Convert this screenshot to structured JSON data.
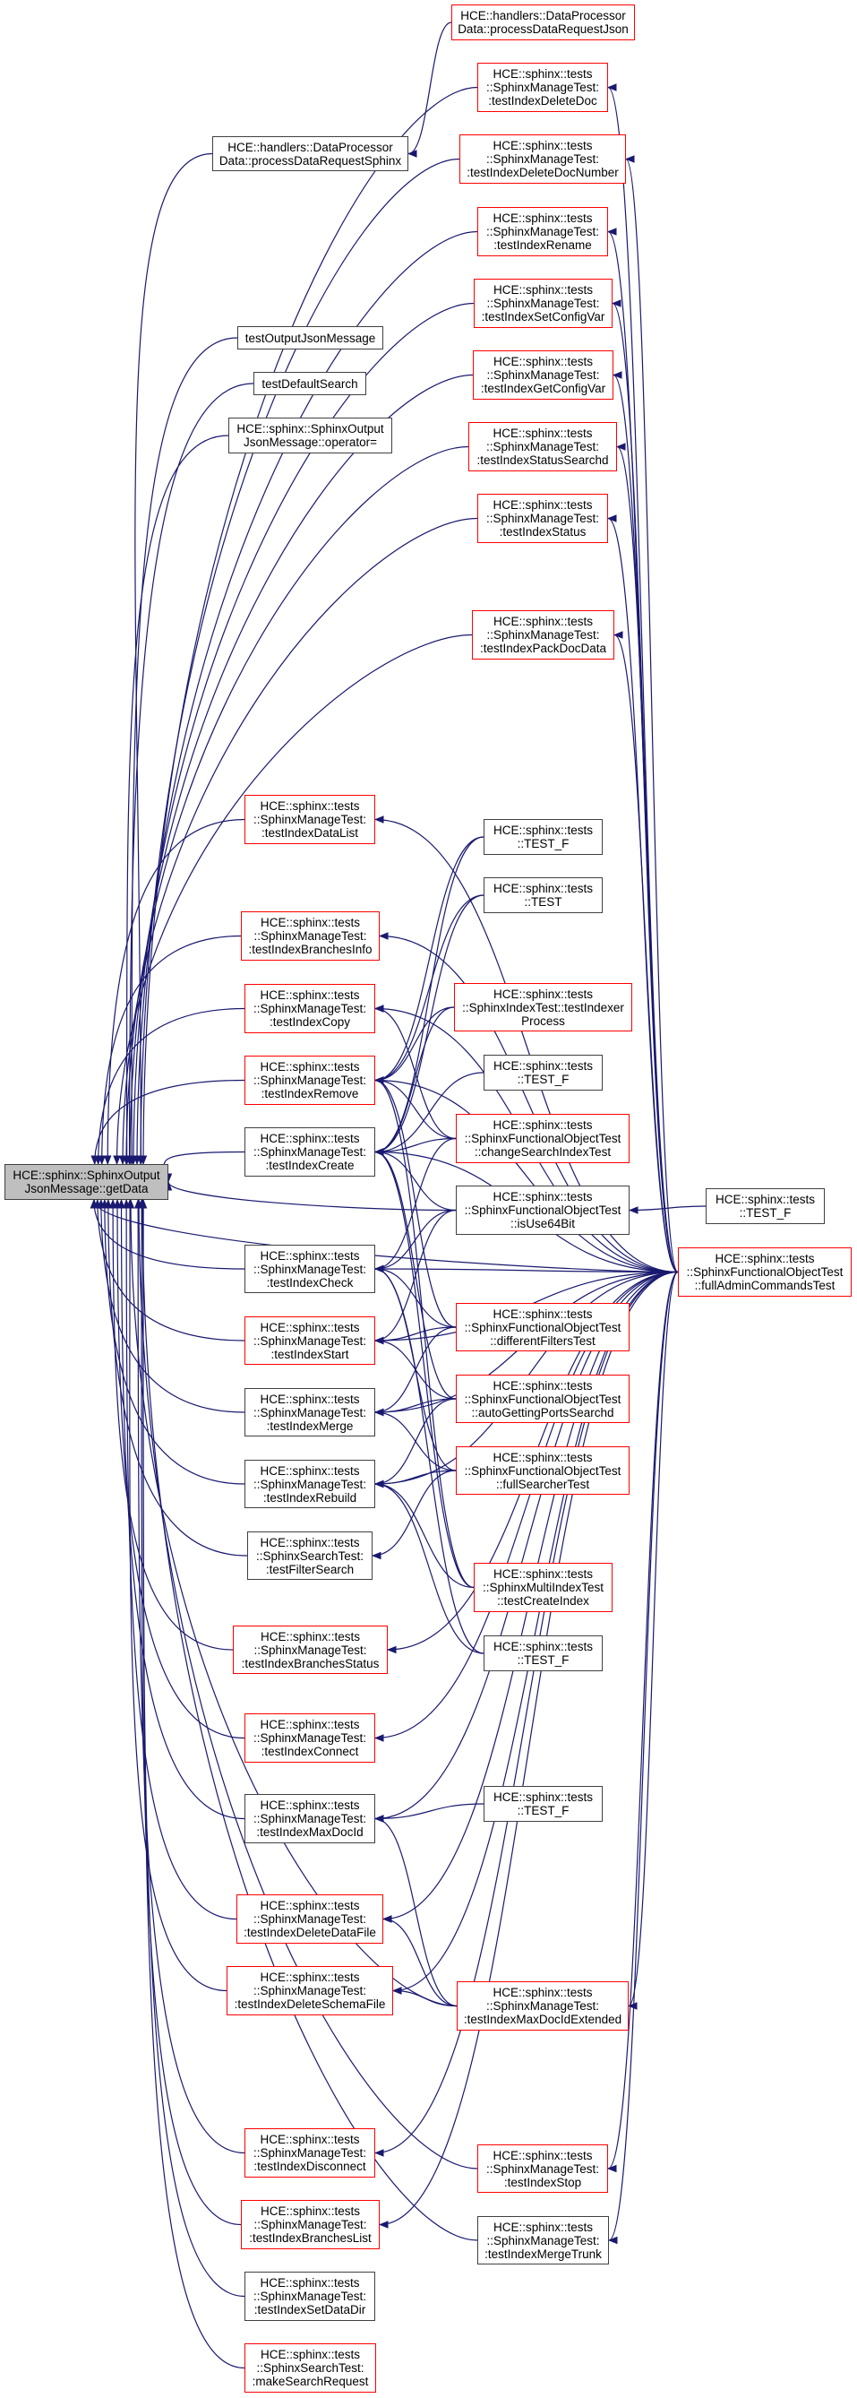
{
  "title": "Caller graph for HCE::sphinx::SphinxOutputJsonMessage::getData",
  "colors": {
    "edge": "#191970",
    "node_border": "#404040",
    "node_border_undocumented": "#ff0000",
    "root_fill": "#bfbfbf"
  },
  "nodes": [
    {
      "id": "root",
      "lines": [
        "HCE::sphinx::SphinxOutput",
        "JsonMessage::getData"
      ],
      "style": "root"
    },
    {
      "id": "pdrJson",
      "lines": [
        "HCE::handlers::DataProcessor",
        "Data::processDataRequestJson"
      ],
      "style": "red"
    },
    {
      "id": "pdrSphinx",
      "lines": [
        "HCE::handlers::DataProcessor",
        "Data::processDataRequestSphinx"
      ],
      "style": "black"
    },
    {
      "id": "testOutputJsonMessage",
      "lines": [
        "testOutputJsonMessage"
      ],
      "style": "black"
    },
    {
      "id": "testDefaultSearch",
      "lines": [
        "testDefaultSearch"
      ],
      "style": "black"
    },
    {
      "id": "operatorEq",
      "lines": [
        "HCE::sphinx::SphinxOutput",
        "JsonMessage::operator="
      ],
      "style": "black"
    },
    {
      "id": "delDoc",
      "lines": [
        "HCE::sphinx::tests",
        "::SphinxManageTest:",
        ":testIndexDeleteDoc"
      ],
      "style": "red"
    },
    {
      "id": "delDocNum",
      "lines": [
        "HCE::sphinx::tests",
        "::SphinxManageTest:",
        ":testIndexDeleteDocNumber"
      ],
      "style": "red"
    },
    {
      "id": "rename",
      "lines": [
        "HCE::sphinx::tests",
        "::SphinxManageTest:",
        ":testIndexRename"
      ],
      "style": "red"
    },
    {
      "id": "setCfg",
      "lines": [
        "HCE::sphinx::tests",
        "::SphinxManageTest:",
        ":testIndexSetConfigVar"
      ],
      "style": "red"
    },
    {
      "id": "getCfg",
      "lines": [
        "HCE::sphinx::tests",
        "::SphinxManageTest:",
        ":testIndexGetConfigVar"
      ],
      "style": "red"
    },
    {
      "id": "statusSearchd",
      "lines": [
        "HCE::sphinx::tests",
        "::SphinxManageTest:",
        ":testIndexStatusSearchd"
      ],
      "style": "red"
    },
    {
      "id": "status",
      "lines": [
        "HCE::sphinx::tests",
        "::SphinxManageTest:",
        ":testIndexStatus"
      ],
      "style": "red"
    },
    {
      "id": "packDoc",
      "lines": [
        "HCE::sphinx::tests",
        "::SphinxManageTest:",
        ":testIndexPackDocData"
      ],
      "style": "red"
    },
    {
      "id": "dataList",
      "lines": [
        "HCE::sphinx::tests",
        "::SphinxManageTest:",
        ":testIndexDataList"
      ],
      "style": "red"
    },
    {
      "id": "testF1",
      "lines": [
        "HCE::sphinx::tests",
        "::TEST_F"
      ],
      "style": "black"
    },
    {
      "id": "test1",
      "lines": [
        "HCE::sphinx::tests",
        "::TEST"
      ],
      "style": "black"
    },
    {
      "id": "branchesInfo",
      "lines": [
        "HCE::sphinx::tests",
        "::SphinxManageTest:",
        ":testIndexBranchesInfo"
      ],
      "style": "red"
    },
    {
      "id": "copy",
      "lines": [
        "HCE::sphinx::tests",
        "::SphinxManageTest:",
        ":testIndexCopy"
      ],
      "style": "red"
    },
    {
      "id": "indexerProcess",
      "lines": [
        "HCE::sphinx::tests",
        "::SphinxIndexTest::testIndexer",
        "Process"
      ],
      "style": "red"
    },
    {
      "id": "remove",
      "lines": [
        "HCE::sphinx::tests",
        "::SphinxManageTest:",
        ":testIndexRemove"
      ],
      "style": "red"
    },
    {
      "id": "testF2",
      "lines": [
        "HCE::sphinx::tests",
        "::TEST_F"
      ],
      "style": "black"
    },
    {
      "id": "create",
      "lines": [
        "HCE::sphinx::tests",
        "::SphinxManageTest:",
        ":testIndexCreate"
      ],
      "style": "black"
    },
    {
      "id": "changeSearch",
      "lines": [
        "HCE::sphinx::tests",
        "::SphinxFunctionalObjectTest",
        "::changeSearchIndexTest"
      ],
      "style": "red"
    },
    {
      "id": "isUse64",
      "lines": [
        "HCE::sphinx::tests",
        "::SphinxFunctionalObjectTest",
        "::isUse64Bit"
      ],
      "style": "black"
    },
    {
      "id": "testF3",
      "lines": [
        "HCE::sphinx::tests",
        "::TEST_F"
      ],
      "style": "black"
    },
    {
      "id": "fullAdmin",
      "lines": [
        "HCE::sphinx::tests",
        "::SphinxFunctionalObjectTest",
        "::fullAdminCommandsTest"
      ],
      "style": "red"
    },
    {
      "id": "check",
      "lines": [
        "HCE::sphinx::tests",
        "::SphinxManageTest:",
        ":testIndexCheck"
      ],
      "style": "black"
    },
    {
      "id": "diffFilters",
      "lines": [
        "HCE::sphinx::tests",
        "::SphinxFunctionalObjectTest",
        "::differentFiltersTest"
      ],
      "style": "red"
    },
    {
      "id": "start",
      "lines": [
        "HCE::sphinx::tests",
        "::SphinxManageTest:",
        ":testIndexStart"
      ],
      "style": "red"
    },
    {
      "id": "autoPorts",
      "lines": [
        "HCE::sphinx::tests",
        "::SphinxFunctionalObjectTest",
        "::autoGettingPortsSearchd"
      ],
      "style": "red"
    },
    {
      "id": "merge",
      "lines": [
        "HCE::sphinx::tests",
        "::SphinxManageTest:",
        ":testIndexMerge"
      ],
      "style": "black"
    },
    {
      "id": "fullSearcher",
      "lines": [
        "HCE::sphinx::tests",
        "::SphinxFunctionalObjectTest",
        "::fullSearcherTest"
      ],
      "style": "red"
    },
    {
      "id": "rebuild",
      "lines": [
        "HCE::sphinx::tests",
        "::SphinxManageTest:",
        ":testIndexRebuild"
      ],
      "style": "black"
    },
    {
      "id": "filterSearch",
      "lines": [
        "HCE::sphinx::tests",
        "::SphinxSearchTest:",
        ":testFilterSearch"
      ],
      "style": "black"
    },
    {
      "id": "createIndexMulti",
      "lines": [
        "HCE::sphinx::tests",
        "::SphinxMultiIndexTest",
        "::testCreateIndex"
      ],
      "style": "red"
    },
    {
      "id": "branchesStatus",
      "lines": [
        "HCE::sphinx::tests",
        "::SphinxManageTest:",
        ":testIndexBranchesStatus"
      ],
      "style": "red"
    },
    {
      "id": "testF4",
      "lines": [
        "HCE::sphinx::tests",
        "::TEST_F"
      ],
      "style": "black"
    },
    {
      "id": "connect",
      "lines": [
        "HCE::sphinx::tests",
        "::SphinxManageTest:",
        ":testIndexConnect"
      ],
      "style": "red"
    },
    {
      "id": "testF5",
      "lines": [
        "HCE::sphinx::tests",
        "::TEST_F"
      ],
      "style": "black"
    },
    {
      "id": "maxDocId",
      "lines": [
        "HCE::sphinx::tests",
        "::SphinxManageTest:",
        ":testIndexMaxDocId"
      ],
      "style": "black"
    },
    {
      "id": "delDataFile",
      "lines": [
        "HCE::sphinx::tests",
        "::SphinxManageTest:",
        ":testIndexDeleteDataFile"
      ],
      "style": "red"
    },
    {
      "id": "delSchemaFile",
      "lines": [
        "HCE::sphinx::tests",
        "::SphinxManageTest:",
        ":testIndexDeleteSchemaFile"
      ],
      "style": "red"
    },
    {
      "id": "maxDocIdExt",
      "lines": [
        "HCE::sphinx::tests",
        "::SphinxManageTest:",
        ":testIndexMaxDocIdExtended"
      ],
      "style": "red"
    },
    {
      "id": "stop",
      "lines": [
        "HCE::sphinx::tests",
        "::SphinxManageTest:",
        ":testIndexStop"
      ],
      "style": "red"
    },
    {
      "id": "disconnect",
      "lines": [
        "HCE::sphinx::tests",
        "::SphinxManageTest:",
        ":testIndexDisconnect"
      ],
      "style": "red"
    },
    {
      "id": "mergeTrunk",
      "lines": [
        "HCE::sphinx::tests",
        "::SphinxManageTest:",
        ":testIndexMergeTrunk"
      ],
      "style": "black"
    },
    {
      "id": "branchesList",
      "lines": [
        "HCE::sphinx::tests",
        "::SphinxManageTest:",
        ":testIndexBranchesList"
      ],
      "style": "red"
    },
    {
      "id": "setDataDir",
      "lines": [
        "HCE::sphinx::tests",
        "::SphinxManageTest:",
        ":testIndexSetDataDir"
      ],
      "style": "black"
    },
    {
      "id": "makeSearch",
      "lines": [
        "HCE::sphinx::tests",
        "::SphinxSearchTest:",
        ":makeSearchRequest"
      ],
      "style": "red"
    }
  ],
  "edges": [
    [
      "pdrJson",
      "pdrSphinx"
    ],
    [
      "pdrSphinx",
      "root"
    ],
    [
      "testOutputJsonMessage",
      "root"
    ],
    [
      "testDefaultSearch",
      "root"
    ],
    [
      "operatorEq",
      "root"
    ],
    [
      "dataList",
      "root"
    ],
    [
      "branchesInfo",
      "root"
    ],
    [
      "copy",
      "root"
    ],
    [
      "remove",
      "root"
    ],
    [
      "create",
      "root"
    ],
    [
      "check",
      "root"
    ],
    [
      "start",
      "root"
    ],
    [
      "merge",
      "root"
    ],
    [
      "rebuild",
      "root"
    ],
    [
      "filterSearch",
      "root"
    ],
    [
      "branchesStatus",
      "root"
    ],
    [
      "connect",
      "root"
    ],
    [
      "maxDocId",
      "root"
    ],
    [
      "delDataFile",
      "root"
    ],
    [
      "delSchemaFile",
      "root"
    ],
    [
      "disconnect",
      "root"
    ],
    [
      "branchesList",
      "root"
    ],
    [
      "setDataDir",
      "root"
    ],
    [
      "makeSearch",
      "root"
    ],
    [
      "isUse64",
      "root"
    ],
    [
      "fullAdmin",
      "root"
    ],
    [
      "delDoc",
      "root"
    ],
    [
      "delDocNum",
      "root"
    ],
    [
      "rename",
      "root"
    ],
    [
      "setCfg",
      "root"
    ],
    [
      "getCfg",
      "root"
    ],
    [
      "statusSearchd",
      "root"
    ],
    [
      "status",
      "root"
    ],
    [
      "packDoc",
      "root"
    ],
    [
      "stop",
      "root"
    ],
    [
      "mergeTrunk",
      "root"
    ],
    [
      "maxDocIdExt",
      "root"
    ],
    [
      "fullAdmin",
      "delDoc"
    ],
    [
      "fullAdmin",
      "delDocNum"
    ],
    [
      "fullAdmin",
      "rename"
    ],
    [
      "fullAdmin",
      "setCfg"
    ],
    [
      "fullAdmin",
      "getCfg"
    ],
    [
      "fullAdmin",
      "statusSearchd"
    ],
    [
      "fullAdmin",
      "status"
    ],
    [
      "fullAdmin",
      "packDoc"
    ],
    [
      "fullAdmin",
      "dataList"
    ],
    [
      "fullAdmin",
      "branchesInfo"
    ],
    [
      "fullAdmin",
      "copy"
    ],
    [
      "fullAdmin",
      "remove"
    ],
    [
      "fullAdmin",
      "create"
    ],
    [
      "fullAdmin",
      "check"
    ],
    [
      "fullAdmin",
      "start"
    ],
    [
      "fullAdmin",
      "merge"
    ],
    [
      "fullAdmin",
      "rebuild"
    ],
    [
      "fullAdmin",
      "branchesStatus"
    ],
    [
      "fullAdmin",
      "connect"
    ],
    [
      "fullAdmin",
      "maxDocId"
    ],
    [
      "fullAdmin",
      "maxDocIdExt"
    ],
    [
      "fullAdmin",
      "stop"
    ],
    [
      "fullAdmin",
      "mergeTrunk"
    ],
    [
      "fullAdmin",
      "disconnect"
    ],
    [
      "fullAdmin",
      "branchesList"
    ],
    [
      "fullAdmin",
      "delDataFile"
    ],
    [
      "fullAdmin",
      "delSchemaFile"
    ],
    [
      "testF1",
      "remove"
    ],
    [
      "testF1",
      "create"
    ],
    [
      "test1",
      "create"
    ],
    [
      "test1",
      "remove"
    ],
    [
      "indexerProcess",
      "remove"
    ],
    [
      "indexerProcess",
      "create"
    ],
    [
      "testF2",
      "create"
    ],
    [
      "changeSearch",
      "remove"
    ],
    [
      "changeSearch",
      "create"
    ],
    [
      "changeSearch",
      "check"
    ],
    [
      "changeSearch",
      "copy"
    ],
    [
      "isUse64",
      "create"
    ],
    [
      "isUse64",
      "check"
    ],
    [
      "isUse64",
      "start"
    ],
    [
      "testF3",
      "isUse64"
    ],
    [
      "diffFilters",
      "check"
    ],
    [
      "diffFilters",
      "start"
    ],
    [
      "diffFilters",
      "merge"
    ],
    [
      "diffFilters",
      "remove"
    ],
    [
      "autoPorts",
      "start"
    ],
    [
      "autoPorts",
      "merge"
    ],
    [
      "autoPorts",
      "rebuild"
    ],
    [
      "autoPorts",
      "create"
    ],
    [
      "fullSearcher",
      "merge"
    ],
    [
      "fullSearcher",
      "rebuild"
    ],
    [
      "fullSearcher",
      "filterSearch"
    ],
    [
      "fullSearcher",
      "check"
    ],
    [
      "createIndexMulti",
      "rebuild"
    ],
    [
      "createIndexMulti",
      "create"
    ],
    [
      "createIndexMulti",
      "remove"
    ],
    [
      "testF4",
      "rebuild"
    ],
    [
      "testF4",
      "check"
    ],
    [
      "testF5",
      "maxDocId"
    ],
    [
      "maxDocIdExt",
      "maxDocId"
    ],
    [
      "maxDocIdExt",
      "delDataFile"
    ],
    [
      "maxDocIdExt",
      "delSchemaFile"
    ]
  ]
}
